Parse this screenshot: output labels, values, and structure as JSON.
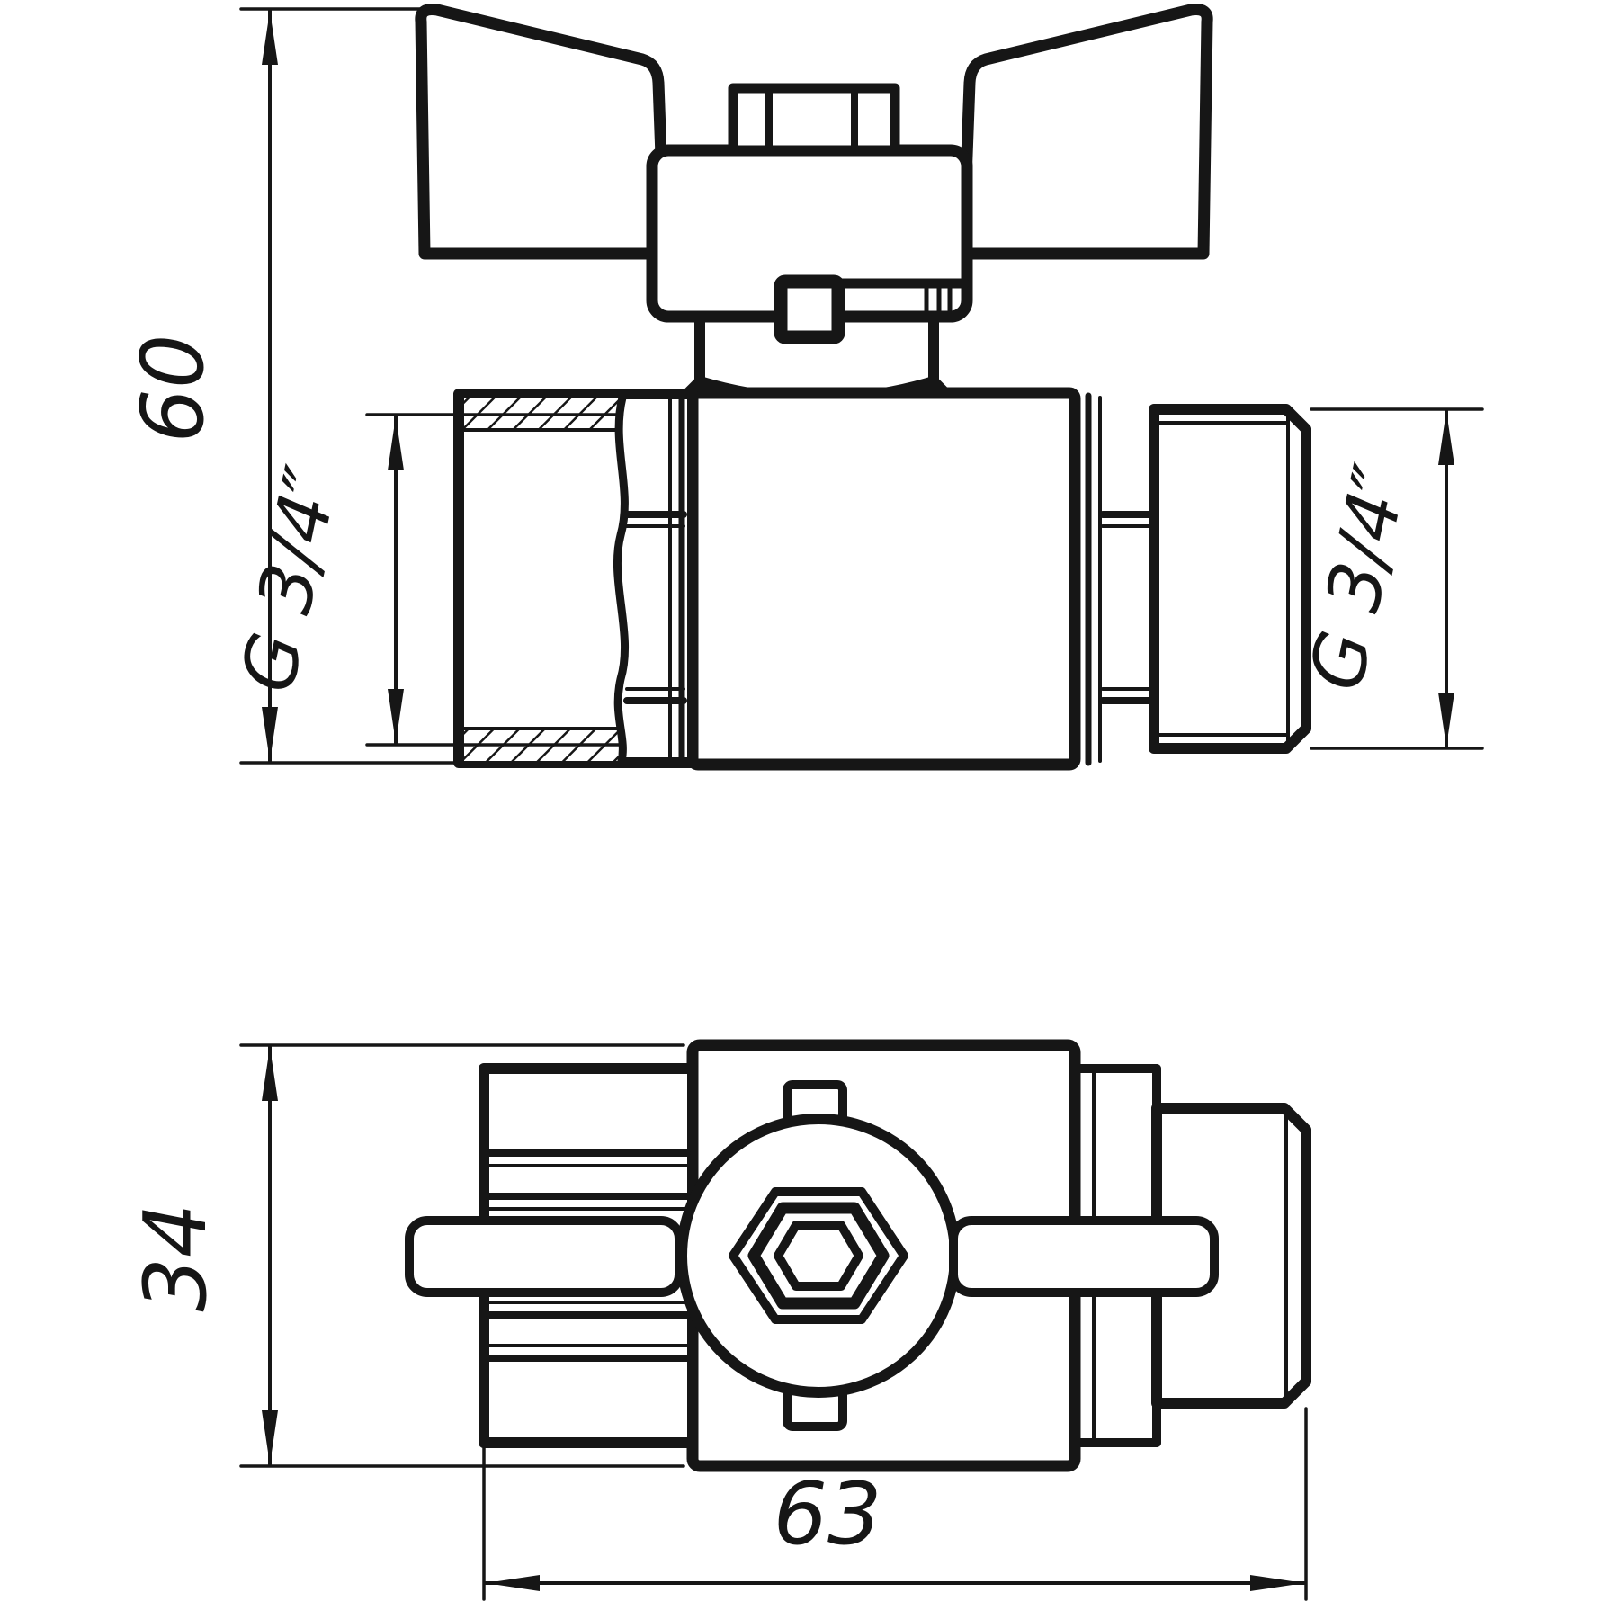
{
  "drawing": {
    "type": "technical-drawing",
    "subject": "ball valve with butterfly handle, two orthographic views",
    "background_color": "#ffffff",
    "line_color": "#161616",
    "dims": {
      "overall_height": "60",
      "plan_height": "34",
      "overall_length": "63",
      "thread_left": "G 3/4″",
      "thread_right": "G 3/4″"
    }
  }
}
